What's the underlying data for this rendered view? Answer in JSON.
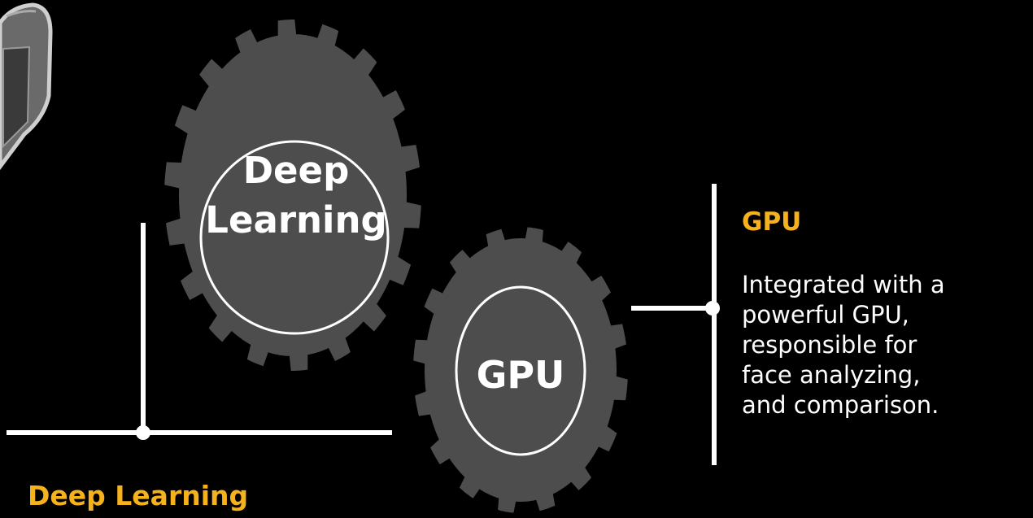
{
  "gears": [
    {
      "lines": [
        "Deep",
        "Learning"
      ]
    },
    {
      "lines": [
        "GPU"
      ]
    }
  ],
  "callouts": [
    {
      "heading": "GPU",
      "description_lines": [
        "Integrated with a",
        "powerful GPU,",
        "responsible for",
        "face analyzing,",
        "and comparison."
      ]
    },
    {
      "heading": "Deep Learning"
    }
  ],
  "colors": {
    "background": "#000000",
    "gear": "#4d4d4d",
    "heading_accent": "#f5b21c",
    "line": "#ffffff",
    "text": "#ffffff"
  }
}
